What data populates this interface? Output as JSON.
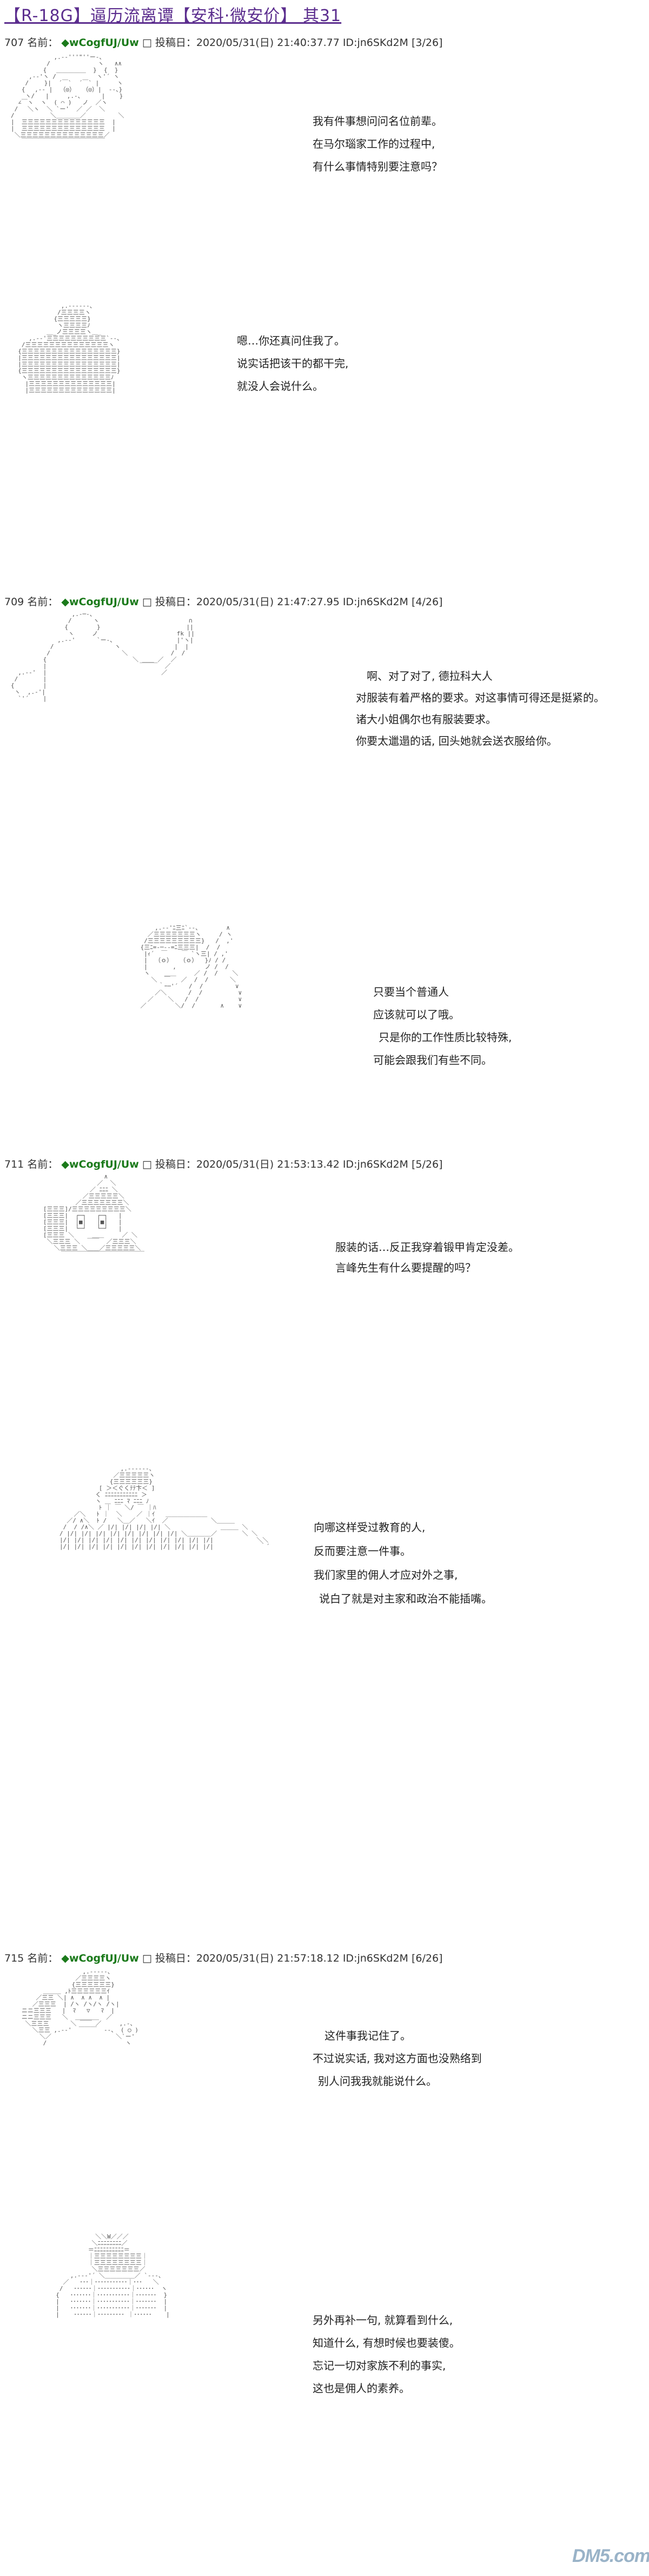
{
  "title": "【R-18G】逼历流离谭【安科·微安价】 其31",
  "posts": [
    {
      "header_num": "707",
      "header_rest": "名前：",
      "name": "◆wCogfUJ/Uw",
      "header_tail": "□ 投稿日：2020/05/31(日) 21:40:37.77 ID:jn6SKd2M [3/26]",
      "panels": [
        {
          "lines": [
            "我有件事想问问名位前辈。",
            "在马尔瑙家工作的过程中,",
            "有什么事情特别要注意吗？"
          ]
        },
        {
          "lines": [
            "嗯…你还真问住我了。",
            "说实话把该干的都干完,",
            "就没人会说什么。"
          ]
        }
      ]
    },
    {
      "header_num": "709",
      "header_rest": "名前：",
      "name": "◆wCogfUJ/Uw",
      "header_tail": "□ 投稿日：2020/05/31(日) 21:47:27.95 ID:jn6SKd2M [4/26]",
      "panels": [
        {
          "lines": [
            "啊、对了对了, 德拉科大人",
            "对服装有着严格的要求。对这事情可得还是挺紧的。",
            "诸大小姐偶尔也有服装要求。",
            "你要太邋遢的话, 回头她就会送衣服给你。"
          ]
        },
        {
          "lines": [
            "只要当个普通人",
            "应该就可以了哦。",
            "只是你的工作性质比较特殊,",
            "可能会跟我们有些不同。"
          ]
        }
      ]
    },
    {
      "header_num": "711",
      "header_rest": "名前：",
      "name": "◆wCogfUJ/Uw",
      "header_tail": "□ 投稿日：2020/05/31(日) 21:53:13.42 ID:jn6SKd2M [5/26]",
      "panels": [
        {
          "lines": [
            "服装的话…反正我穿着锻甲肯定没差。",
            "言峰先生有什么要提醒的吗？"
          ]
        },
        {
          "lines": [
            "向哪这样受过教育的人,",
            "反而要注意一件事。",
            "我们家里的佣人才应对外之事,",
            "说白了就是对主家和政治不能插嘴。"
          ]
        }
      ]
    },
    {
      "header_num": "715",
      "header_rest": "名前：",
      "name": "◆wCogfUJ/Uw",
      "header_tail": "□ 投稿日：2020/05/31(日) 21:57:18.12 ID:jn6SKd2M [6/26]",
      "panels": [
        {
          "lines": [
            "这件事我记住了。",
            "不过说实话, 我对这方面也没熟络到",
            "别人问我我就能说什么。"
          ]
        },
        {
          "lines": [
            "另外再补一句, 就算看到什么,",
            "知道什么, 有想时候也要装傻。",
            "忘记一切对家族不利的事实,",
            "这也是佣人的素养。"
          ]
        }
      ]
    }
  ],
  "watermark": "DM5.com"
}
